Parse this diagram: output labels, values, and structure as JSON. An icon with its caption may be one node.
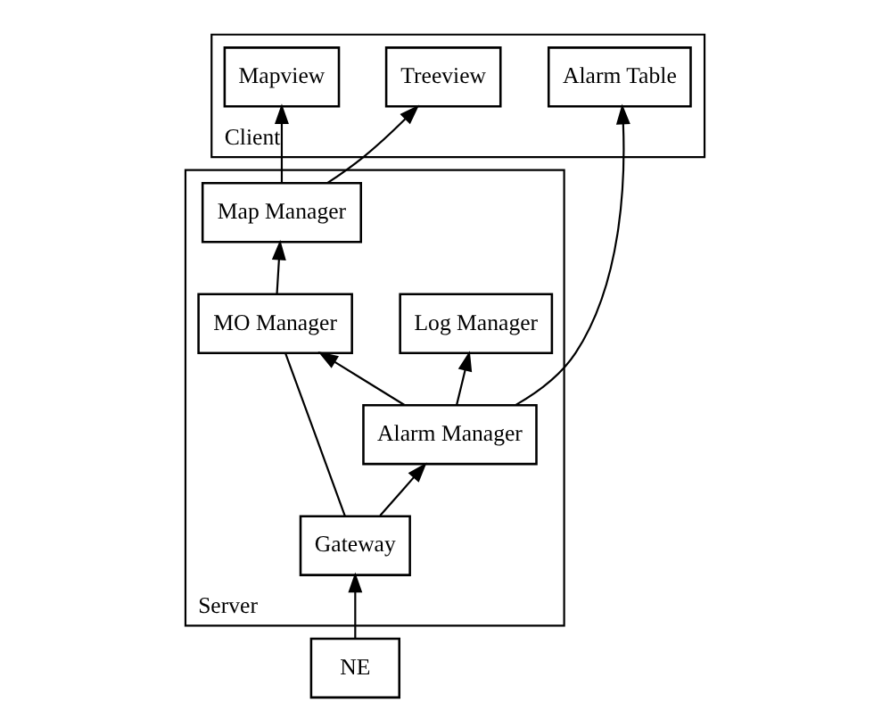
{
  "diagram": {
    "nodes": [
      {
        "text": [
          "Client"
        ]
      },
      {
        "text": [
          "Alarm Table"
        ],
        "in": 0
      },
      {
        "text": [
          "Treeview"
        ],
        "in": 0
      },
      {
        "text": [
          "Mapview"
        ],
        "in": 0
      },
      {
        "text": [
          "Server"
        ]
      },
      {
        "text": [
          "Map Manager"
        ],
        "in": 4
      },
      {
        "text": [
          "Log Manager"
        ],
        "in": 4
      },
      {
        "text": [
          "Alarm Manager"
        ],
        "in": 4
      },
      {
        "text": [
          "MO Manager"
        ],
        "in": 4
      },
      {
        "text": [
          "Gateway"
        ],
        "in": 4
      },
      {
        "text": [
          "NE"
        ]
      }
    ],
    "edges": [
      {
        "from": 10,
        "to": 9,
        "arrow": "to"
      },
      {
        "from": 9,
        "to": 7,
        "arrow": "to"
      },
      {
        "from": 9,
        "to": 8,
        "arrow": "none"
      },
      {
        "from": 7,
        "to": 6,
        "arrow": "to"
      },
      {
        "from": 7,
        "to": 8,
        "arrow": "to"
      },
      {
        "from": 8,
        "to": 5,
        "arrow": "to"
      },
      {
        "from": 5,
        "to": 2,
        "arrow": "to"
      },
      {
        "from": 5,
        "to": 3,
        "arrow": "to"
      },
      {
        "from": 7,
        "to": 1,
        "arrow": "to"
      }
    ]
  }
}
